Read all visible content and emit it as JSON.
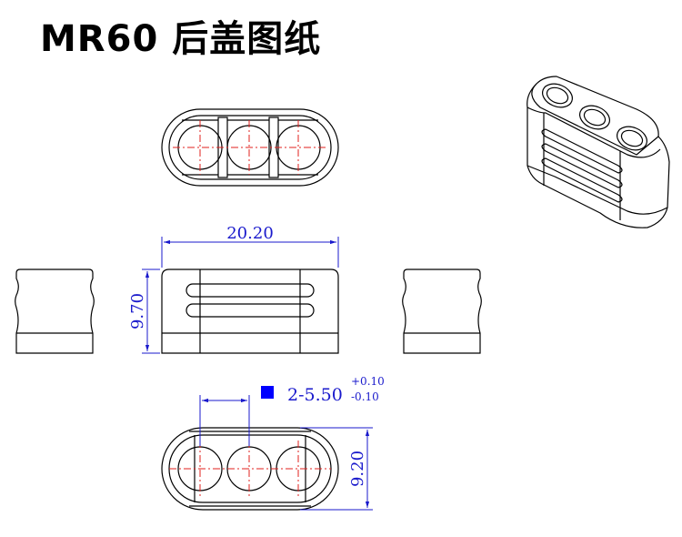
{
  "title": "MR60 后盖图纸",
  "colors": {
    "outline": "#000000",
    "dimension": "#1a1acc",
    "centerline": "#e0201e",
    "marker": "#0000ff"
  },
  "dimensions": {
    "width": "20.20",
    "height": "9.70",
    "depth": "9.20",
    "hole_prefix": "2-5.50",
    "hole_tol_plus": "+0.10",
    "hole_tol_minus": "-0.10"
  }
}
